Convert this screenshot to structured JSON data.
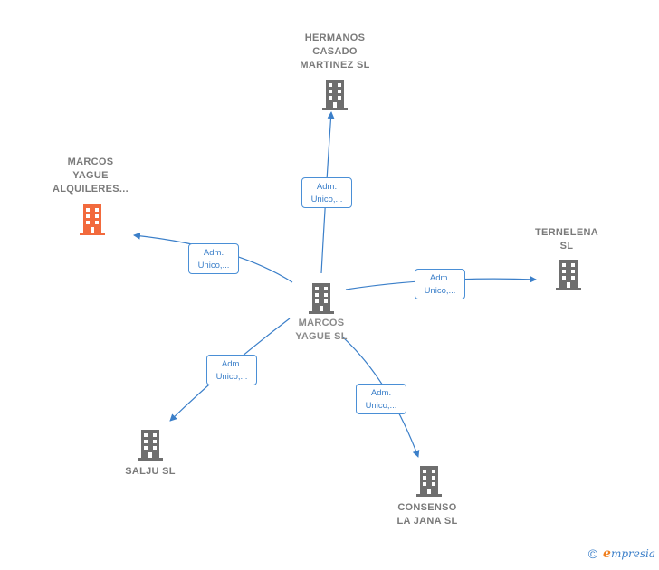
{
  "nodes": {
    "center": {
      "label1": "MARCOS",
      "label2": "YAGUE SL",
      "color": "#6e6e6e"
    },
    "hermanos": {
      "label1": "HERMANOS",
      "label2": "CASADO",
      "label3": "MARTINEZ SL",
      "color": "#6e6e6e"
    },
    "alquileres": {
      "label1": "MARCOS",
      "label2": "YAGUE",
      "label3": "ALQUILERES...",
      "color": "#f26a3d"
    },
    "ternelena": {
      "label1": "TERNELENA",
      "label2": "SL",
      "color": "#6e6e6e"
    },
    "salju": {
      "label1": "SALJU SL",
      "color": "#6e6e6e"
    },
    "consenso": {
      "label1": "CONSENSO",
      "label2": "LA JANA SL",
      "color": "#6e6e6e"
    }
  },
  "edges": {
    "to_hermanos": {
      "line1": "Adm.",
      "line2": "Unico,..."
    },
    "to_alquileres": {
      "line1": "Adm.",
      "line2": "Unico,..."
    },
    "to_ternelena": {
      "line1": "Adm.",
      "line2": "Unico,..."
    },
    "to_salju": {
      "line1": "Adm.",
      "line2": "Unico,..."
    },
    "to_consenso": {
      "line1": "Adm.",
      "line2": "Unico,..."
    }
  },
  "edge_color": "#3b7fc9",
  "footer": {
    "copyright": "©",
    "brand_initial": "e",
    "brand_rest": "mpresia"
  },
  "icons": {
    "node": "building-icon",
    "footer": "copyright-icon"
  }
}
